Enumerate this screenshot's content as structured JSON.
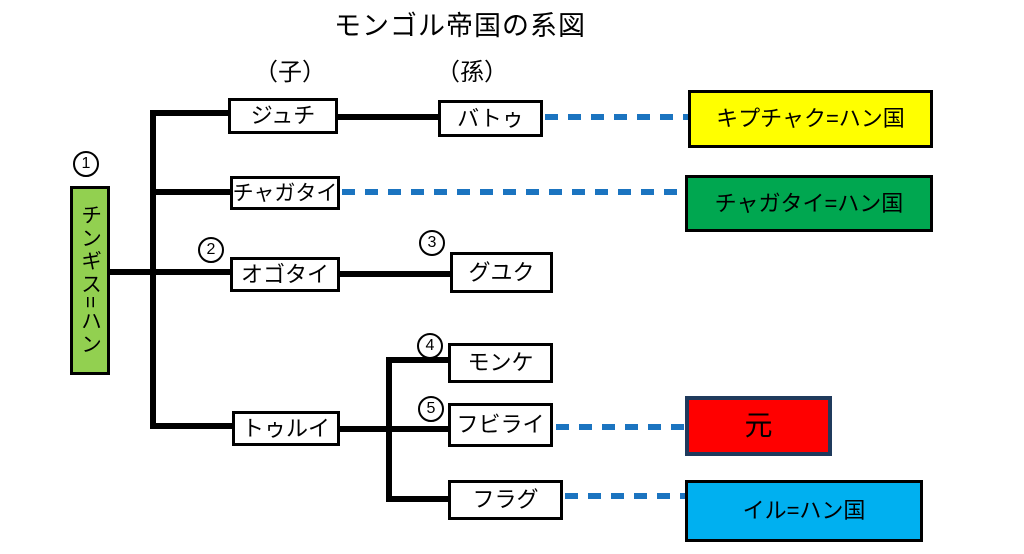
{
  "title": "モンゴル帝国の系図",
  "generation_labels": {
    "child": "（子）",
    "grandchild": "（孫）"
  },
  "root": {
    "number": "1",
    "label": "チンギス=ハン"
  },
  "nodes": {
    "jochi": {
      "label": "ジュチ"
    },
    "batu": {
      "label": "バトゥ"
    },
    "chagatai": {
      "label": "チャガタイ"
    },
    "ogotai": {
      "number": "2",
      "label": "オゴタイ"
    },
    "guyuk": {
      "number": "3",
      "label": "グユク"
    },
    "tolui": {
      "label": "トゥルイ"
    },
    "mongke": {
      "number": "4",
      "label": "モンケ"
    },
    "kublai": {
      "number": "5",
      "label": "フビライ"
    },
    "hulagu": {
      "label": "フラグ"
    }
  },
  "khanates": {
    "kipchak": {
      "label": "キプチャク=ハン国"
    },
    "chagatai": {
      "label": "チャガタイ=ハン国"
    },
    "yuan": {
      "label": "元"
    },
    "ilkhanate": {
      "label": "イル=ハン国"
    }
  },
  "colors": {
    "line": "#000000",
    "dashBlue": "#1b74c0",
    "rootFill": "#92d050",
    "kipchakFill": "#ffff00",
    "chagataiFill": "#00a750",
    "yuanFill": "#ff0000",
    "yuanBorder": "#1f3a5c",
    "ilFill": "#00b0f0"
  }
}
